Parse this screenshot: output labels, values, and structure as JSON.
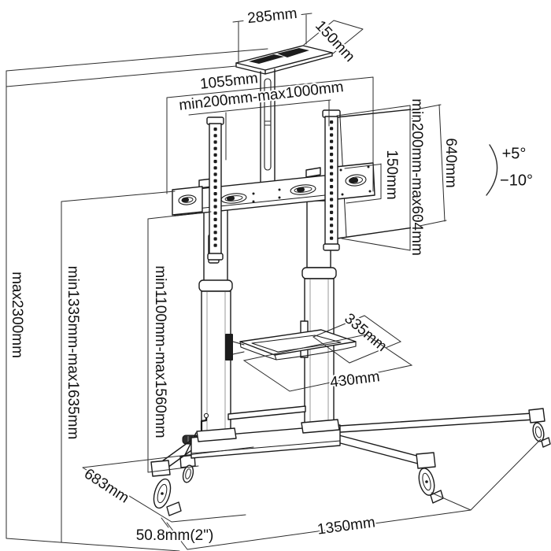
{
  "diagram": {
    "type": "tv-cart-dimension-drawing",
    "labels": {
      "shelf_width": "285mm",
      "shelf_depth": "150mm",
      "bar_width": "1055mm",
      "mount_width_range": "min200mm-max1000mm",
      "mount_height_range": "min200mm-max604mm",
      "panel_height": "640mm",
      "bracket_height": "150mm",
      "tilt_up": "+5°",
      "tilt_down": "−10°",
      "max_overall_height": "max2300mm",
      "column_height_range": "min1335mm-max1635mm",
      "screen_height_range": "min1100mm-max1560mm",
      "tray_depth": "335mm",
      "tray_width": "430mm",
      "base_depth": "683mm",
      "caster_size": "50.8mm(2\")",
      "base_width": "1350mm"
    },
    "colors": {
      "line": "#1a1a1a",
      "background": "#ffffff"
    }
  }
}
